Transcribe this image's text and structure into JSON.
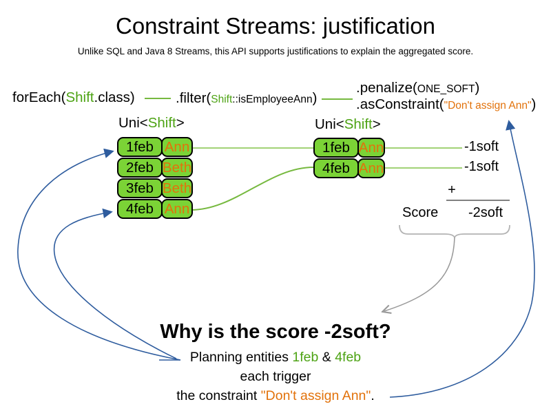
{
  "title": "Constraint Streams: justification",
  "subtitle": "Unlike SQL and Java 8 Streams, this API supports justifications to explain the aggregated score.",
  "colors": {
    "green_box": "#7bd336",
    "green_text": "#4da314",
    "orange_text": "#e2720b",
    "blue_arrow": "#2e5c9e",
    "line_green_dark": "#76b93f",
    "line_green_light": "#a6d47d",
    "gray_line": "#808080",
    "gray_bracket": "#b3b3b3",
    "gray_arrow": "#999999"
  },
  "code": {
    "foreach": {
      "pre": "forEach(",
      "class_name": "Shift",
      "post": ".class)"
    },
    "filter": {
      "pre": ".filter(",
      "class_name": "Shift",
      "method": "::isEmployeeAnn",
      "post": ")"
    },
    "penalize": {
      "pre": ".penalize(",
      "arg": "ONE_SOFT",
      "post": ")"
    },
    "as_constraint": {
      "pre": ".asConstraint(",
      "arg": "\"Don't assign Ann\"",
      "post": ")"
    }
  },
  "left_stream": {
    "label": {
      "pre": "Uni<",
      "type_name": "Shift",
      "post": ">"
    },
    "rows": [
      {
        "date": "1feb",
        "employee": "Ann"
      },
      {
        "date": "2feb",
        "employee": "Beth"
      },
      {
        "date": "3feb",
        "employee": "Beth"
      },
      {
        "date": "4feb",
        "employee": "Ann"
      }
    ]
  },
  "right_stream": {
    "label": {
      "pre": "Uni<",
      "type_name": "Shift",
      "post": ">"
    },
    "rows": [
      {
        "date": "1feb",
        "employee": "Ann"
      },
      {
        "date": "4feb",
        "employee": "Ann"
      }
    ]
  },
  "scores": {
    "per_row": [
      "-1soft",
      "-1soft"
    ],
    "plus": "+",
    "label": "Score",
    "total": "-2soft"
  },
  "explanation": {
    "heading": "Why is the score -2soft?",
    "line1_pre": "Planning entities ",
    "line1_entity1": "1feb",
    "line1_amp": " & ",
    "line1_entity2": "4feb",
    "line2": "each trigger",
    "line3_pre": "the constraint ",
    "line3_constraint": "\"Don't assign Ann\"",
    "line3_post": "."
  }
}
